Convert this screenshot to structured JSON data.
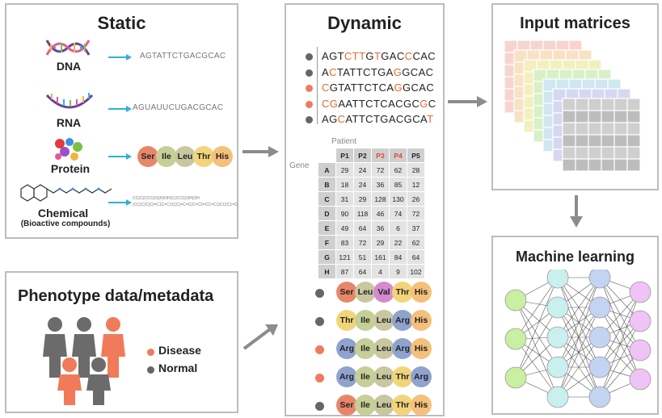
{
  "static": {
    "title": "Static",
    "dna": {
      "label": "DNA",
      "sequence": "AGTATTCTGACGCAC"
    },
    "rna": {
      "label": "RNA",
      "sequence": "AGUAUUCUGACGCAC"
    },
    "protein": {
      "label": "Protein",
      "residues": [
        "Ser",
        "Ile",
        "Leu",
        "Thr",
        "His"
      ]
    },
    "chemical": {
      "label": "Chemical",
      "sublabel": "(Bioactive compounds)",
      "smiles_line1": "CC(C)CCC(O)(H)OH(C)CCC(OH)OH",
      "smiles_line2": "(CC(C)C(C)=C1C=C1C(C)=C=C(C=C2=CC=C1)CC(C1=O"
    }
  },
  "phenotype": {
    "title": "Phenotype data/metadata",
    "legend_disease": "Disease",
    "legend_normal": "Normal"
  },
  "dynamic": {
    "title": "Dynamic",
    "sequences": [
      {
        "status": "normal",
        "parts": [
          [
            "AGT",
            0
          ],
          [
            "CTT",
            1
          ],
          [
            "G",
            0
          ],
          [
            "T",
            1
          ],
          [
            "GAC",
            0
          ],
          [
            "C",
            1
          ],
          [
            "CAC",
            0
          ]
        ]
      },
      {
        "status": "normal",
        "parts": [
          [
            "A",
            0
          ],
          [
            "C",
            1
          ],
          [
            "TATTCTGA",
            0
          ],
          [
            "G",
            1
          ],
          [
            "GCAC",
            0
          ]
        ]
      },
      {
        "status": "disease",
        "parts": [
          [
            "C",
            1
          ],
          [
            "GTATTCTCA",
            0
          ],
          [
            "G",
            1
          ],
          [
            "GCAC",
            0
          ]
        ]
      },
      {
        "status": "disease",
        "parts": [
          [
            "CG",
            1
          ],
          [
            "A",
            0
          ],
          [
            "ATTCTCACGC",
            0
          ],
          [
            "G",
            1
          ],
          [
            "C",
            0
          ]
        ]
      },
      {
        "status": "normal",
        "parts": [
          [
            "AG",
            0
          ],
          [
            "C",
            1
          ],
          [
            "ATTCTGACGCA",
            0
          ],
          [
            "T",
            1
          ]
        ]
      }
    ],
    "table": {
      "patient_label": "Patient",
      "gene_label": "Gene",
      "columns": [
        "P1",
        "P2",
        "P3",
        "P4",
        "P5"
      ],
      "highlight_columns": [
        "P3",
        "P4"
      ],
      "rows": [
        [
          "A",
          29,
          24,
          72,
          62,
          28
        ],
        [
          "B",
          18,
          24,
          36,
          85,
          12
        ],
        [
          "C",
          31,
          29,
          128,
          130,
          26
        ],
        [
          "D",
          90,
          118,
          46,
          74,
          72
        ],
        [
          "E",
          49,
          64,
          36,
          6,
          37
        ],
        [
          "F",
          83,
          72,
          29,
          22,
          62
        ],
        [
          "G",
          121,
          51,
          161,
          84,
          64
        ],
        [
          "H",
          87,
          64,
          4,
          9,
          102
        ]
      ]
    },
    "proteins": [
      {
        "status": "normal",
        "residues": [
          "Ser",
          "Leu",
          "Val",
          "Thr",
          "His"
        ]
      },
      {
        "status": "normal",
        "residues": [
          "Thr",
          "Ile",
          "Leu",
          "Arg",
          "His"
        ]
      },
      {
        "status": "disease",
        "residues": [
          "Arg",
          "Ile",
          "Leu",
          "Arg",
          "His"
        ]
      },
      {
        "status": "disease",
        "residues": [
          "Arg",
          "Ile",
          "Leu",
          "Thr",
          "Arg"
        ]
      },
      {
        "status": "normal",
        "residues": [
          "Ser",
          "Ile",
          "Leu",
          "Thr",
          "His"
        ]
      }
    ]
  },
  "input_matrices": {
    "title": "Input matrices"
  },
  "machine_learning": {
    "title": "Machine learning"
  },
  "colors": {
    "disease": "#f07a5a",
    "normal": "#666666",
    "arrow_gray": "#8c8c8c",
    "arrow_blue": "#2fb0d8",
    "Ser": "#e8866a",
    "Ile": "#c7cf98",
    "Leu": "#c9c7a0",
    "Thr": "#f2d47a",
    "His": "#f4c07a",
    "Val": "#d58ad0",
    "Arg": "#8fa3cf",
    "node_in": "#c8f0a0",
    "node_h1": "#c9f0ee",
    "node_h2": "#c3d3f2",
    "node_out": "#efc3f5"
  }
}
